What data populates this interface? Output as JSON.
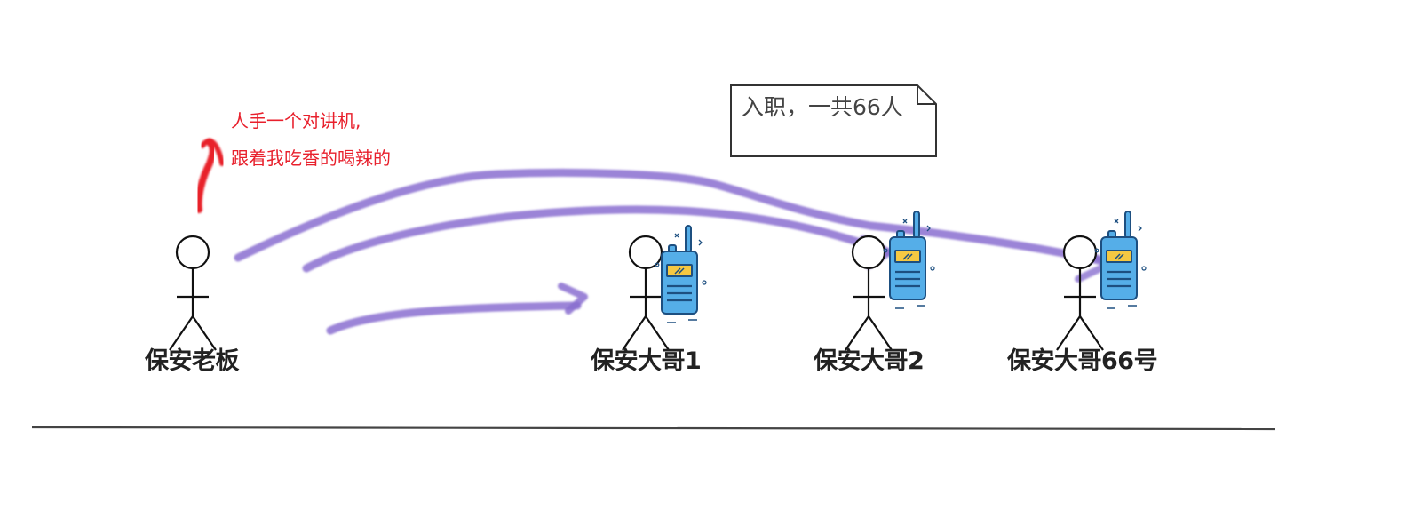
{
  "colors": {
    "arrow": "#8a6fd0",
    "annotation": "#e8202c",
    "line": "#444444",
    "radio_body": "#55aee8",
    "radio_screen": "#f5c842",
    "radio_outline": "#1d4f80"
  },
  "icons": [
    "stick-figure-icon",
    "walkie-talkie-icon",
    "note-icon",
    "arrow-icon"
  ],
  "annotation": {
    "line1": "人手一个对讲机,",
    "line2": "跟着我吃香的喝辣的"
  },
  "note": {
    "text": "入职，一共66人"
  },
  "actors": [
    {
      "label": "保安老板",
      "has_radio": false
    },
    {
      "label": "保安大哥1",
      "has_radio": true
    },
    {
      "label": "保安大哥2",
      "has_radio": true
    },
    {
      "label": "保安大哥66号",
      "has_radio": true
    }
  ]
}
